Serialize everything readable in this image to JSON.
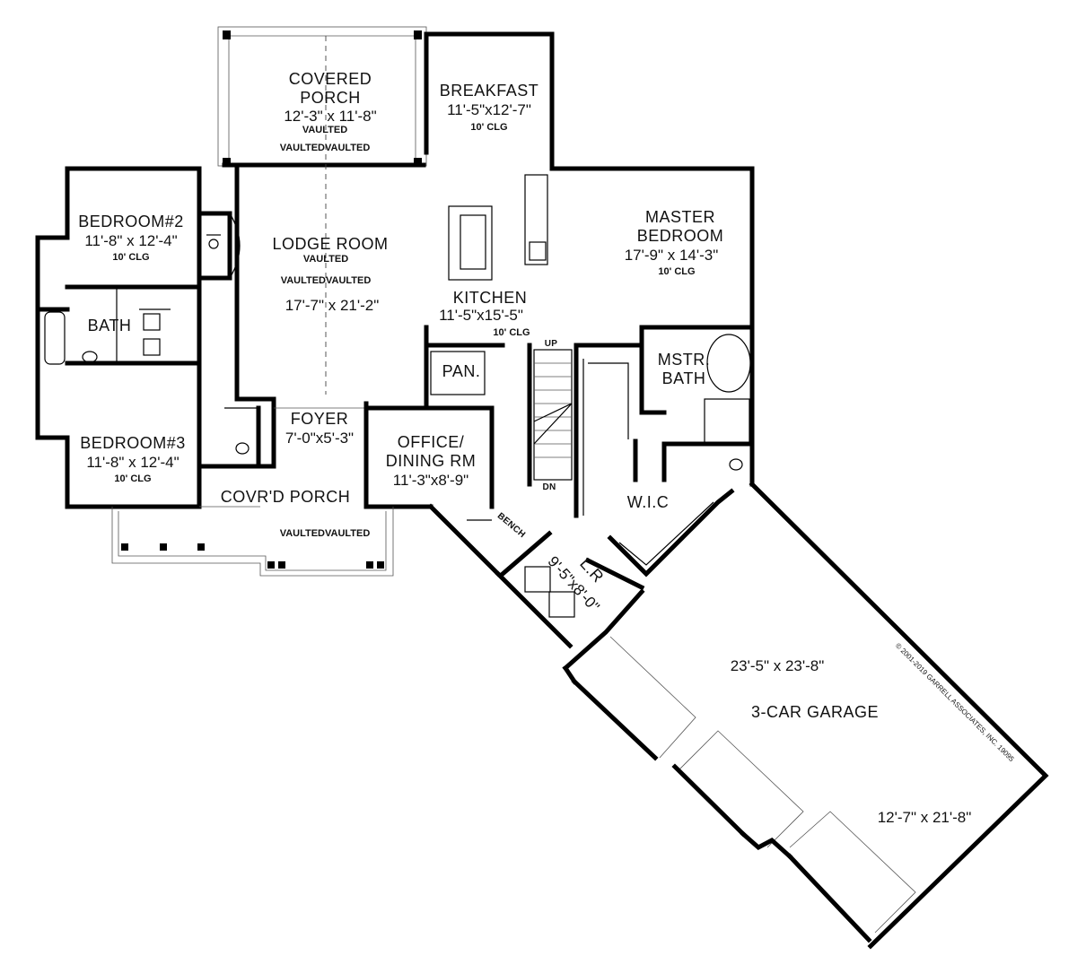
{
  "rooms": {
    "covered_porch": {
      "name_line1": "COVERED",
      "name_line2": "PORCH",
      "dims": "12'-3\" x 11'-8\"",
      "note": "VAULTED",
      "note_row": "VAULTEDVAULTED"
    },
    "breakfast": {
      "name": "BREAKFAST",
      "dims": "11'-5\"x12'-7\"",
      "clg": "10' CLG"
    },
    "bedroom2": {
      "name": "BEDROOM#2",
      "dims": "11'-8\" x 12'-4\"",
      "clg": "10' CLG"
    },
    "lodge_room": {
      "name": "LODGE ROOM",
      "note": "VAULTED",
      "note_row": "VAULTEDVAULTED",
      "dims": "17'-7\" x 21'-2\""
    },
    "master_bedroom": {
      "name_line1": "MASTER",
      "name_line2": "BEDROOM",
      "dims": "17'-9\" x 14'-3\"",
      "clg": "10' CLG"
    },
    "kitchen": {
      "name": "KITCHEN",
      "dims": "11'-5\"x15'-5\"",
      "clg": "10' CLG"
    },
    "bath": {
      "name": "BATH"
    },
    "pantry": {
      "name": "PAN."
    },
    "mstr_bath": {
      "name_line1": "MSTR.",
      "name_line2": "BATH"
    },
    "foyer": {
      "name": "FOYER",
      "dims": "7'-0\"x5'-3\""
    },
    "office": {
      "name_line1": "OFFICE/",
      "name_line2": "DINING RM",
      "dims": "11'-3\"x8'-9\""
    },
    "bedroom3": {
      "name": "BEDROOM#3",
      "dims": "11'-8\" x 12'-4\"",
      "clg": "10' CLG"
    },
    "covrd_porch": {
      "name": "COVR'D PORCH",
      "note_row": "VAULTEDVAULTED"
    },
    "wic": {
      "name": "W.I.C"
    },
    "laundry": {
      "name": "L.R",
      "dims": "9'-5\"x8'-0\""
    },
    "bench": {
      "name": "BENCH"
    },
    "garage": {
      "name": "3-CAR GARAGE",
      "dims": "23'-5\" x 23'-8\"",
      "dims2": "12'-7\" x 21'-8\""
    }
  },
  "stairs": {
    "up": "UP",
    "dn": "DN"
  },
  "copyright": "© 2001-2019 GARRELL ASSOCIATES, INC. 19095"
}
